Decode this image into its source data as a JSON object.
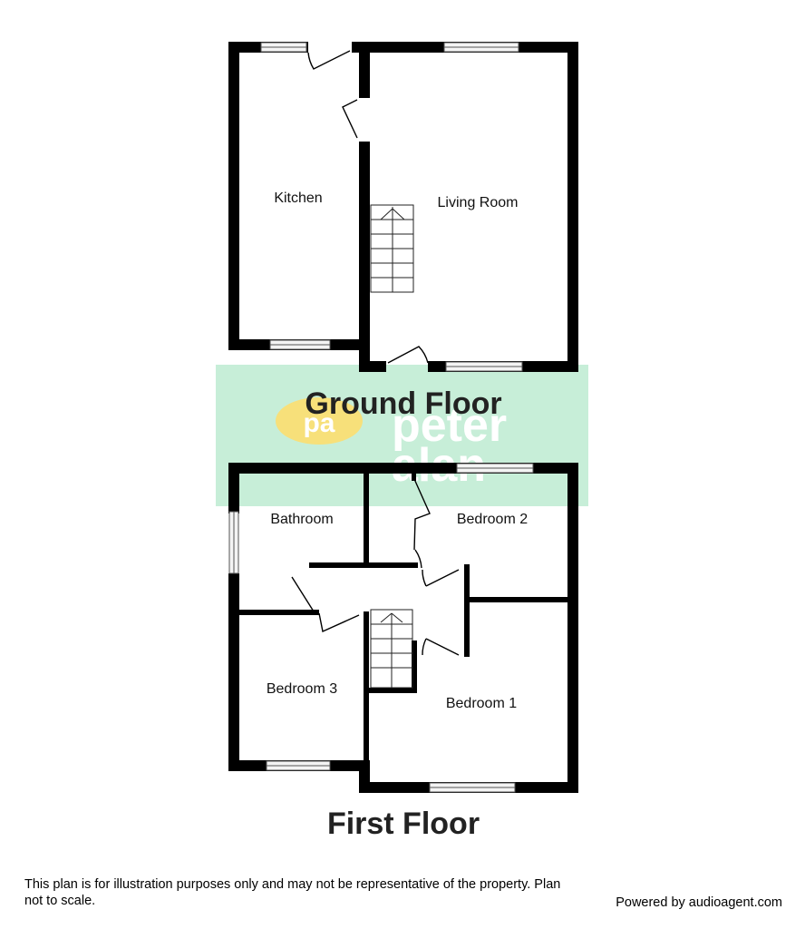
{
  "ground_floor": {
    "title": "Ground Floor",
    "rooms": {
      "kitchen": "Kitchen",
      "living_room": "Living Room"
    }
  },
  "first_floor": {
    "title": "First Floor",
    "rooms": {
      "bathroom": "Bathroom",
      "bedroom_2": "Bedroom 2",
      "bedroom_3": "Bedroom 3",
      "bedroom_1": "Bedroom 1"
    }
  },
  "watermark": {
    "logo_text": "pa",
    "brand_line_1": "peter",
    "brand_line_2": "alan",
    "logo_color": "#f7e07a",
    "band_color": "#c7eed8"
  },
  "footer": {
    "disclaimer": "This plan is for illustration purposes only and may not be representative of the property. Plan not to scale.",
    "credit": "Powered by audioagent.com"
  },
  "colors": {
    "wall": "#000000",
    "window_frame": "#555555",
    "window_fill": "#f4f4f4"
  }
}
